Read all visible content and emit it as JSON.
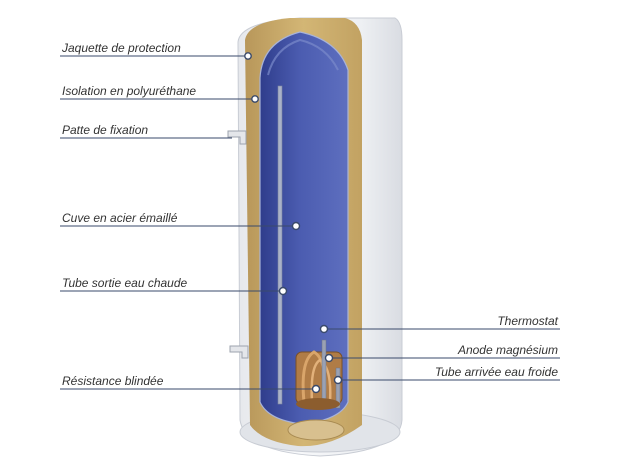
{
  "labels_left": [
    "Jaquette de protection",
    "Isolation en polyuréthane",
    "Patte de fixation",
    "Cuve en acier émaillé",
    "Tube sortie eau chaude",
    "Résistance blindée"
  ],
  "labels_right": [
    "Thermostat",
    "Anode magnésium",
    "Tube arrivée eau froide"
  ],
  "colors": {
    "jacket": "#eef0f3",
    "insulation": "#c9ab6a",
    "tank": "#3e4ea0",
    "leader_line": "#3a4a6b",
    "text": "#333333"
  }
}
